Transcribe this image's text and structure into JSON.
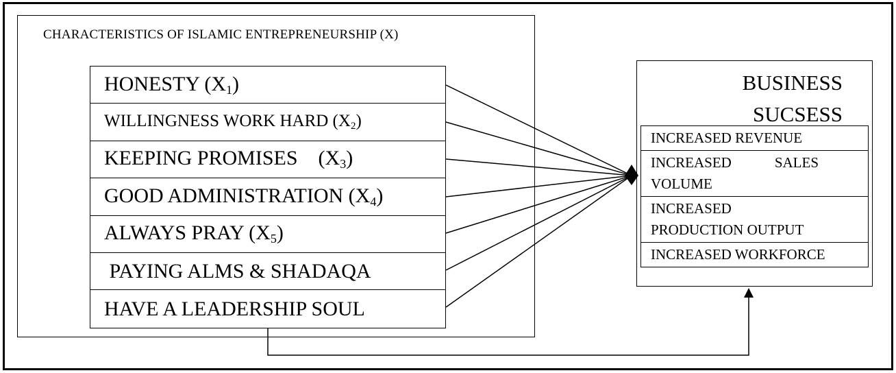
{
  "independent": {
    "title": "CHARACTERISTICS  OF ISLAMIC ENTREPRENEURSHIP  (X)",
    "items": [
      {
        "label": "HONESTY  (X",
        "sub": "1",
        "tail": ")"
      },
      {
        "label": "WILLINGNESS  WORK HARD  (X",
        "sub": "2",
        "tail": ")"
      },
      {
        "label": "KEEPING PROMISES    (X",
        "sub": "3",
        "tail": ")"
      },
      {
        "label": "GOOD ADMINISTRATION  (X",
        "sub": "4",
        "tail": ")"
      },
      {
        "label": "ALWAYS PRAY (X",
        "sub": "5",
        "tail": ")"
      },
      {
        "label": " PAYING ALMS & SHADAQA",
        "sub": "",
        "tail": ""
      },
      {
        "label": "HAVE A LEADERSHIP  SOUL",
        "sub": "",
        "tail": ""
      }
    ]
  },
  "dependent": {
    "title_line1": "BUSINESS",
    "title_line2": "SUCSESS",
    "indicators": [
      {
        "line1": "INCREASED REVENUE",
        "line2": ""
      },
      {
        "line1": "INCREASED            SALES",
        "line2": "VOLUME"
      },
      {
        "line1": "INCREASED",
        "line2": "PRODUCTION OUTPUT"
      },
      {
        "line1": "INCREASED WORKFORCE",
        "line2": ""
      }
    ]
  }
}
